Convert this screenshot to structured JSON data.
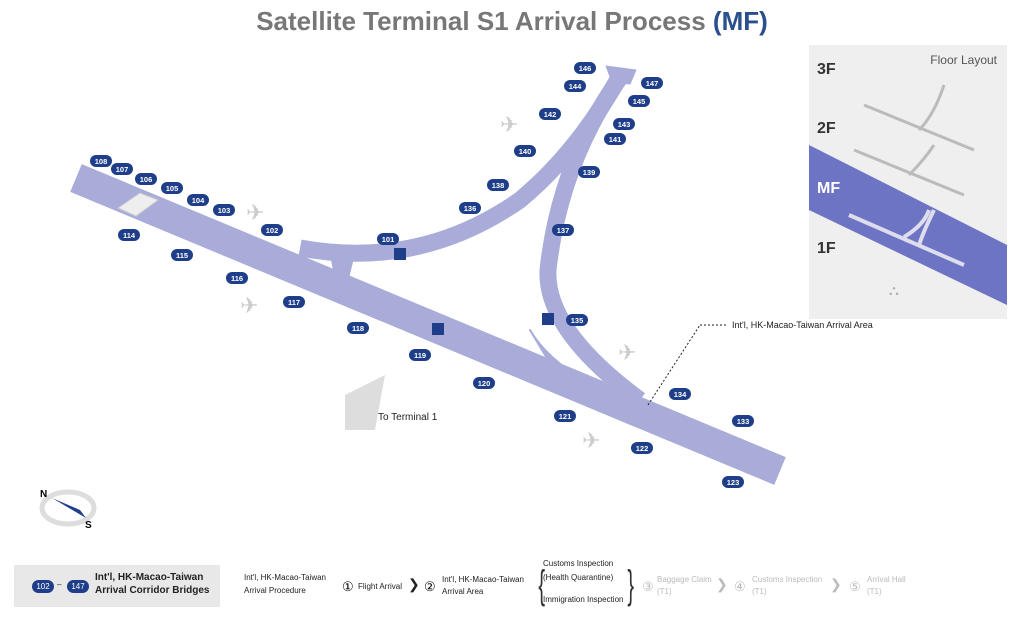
{
  "header": {
    "title": "Satellite Terminal S1 Arrival Process",
    "floor_code": "(MF)"
  },
  "gates": [
    "101",
    "102",
    "103",
    "104",
    "105",
    "106",
    "107",
    "108",
    "114",
    "115",
    "116",
    "117",
    "118",
    "119",
    "120",
    "121",
    "122",
    "123",
    "133",
    "134",
    "135",
    "136",
    "137",
    "138",
    "139",
    "140",
    "141",
    "142",
    "143",
    "144",
    "145",
    "146",
    "147"
  ],
  "annotations": {
    "arrival_area": "Int'l, HK-Macao-Taiwan Arrival Area",
    "to_t1": "To Terminal 1",
    "north": "N",
    "south": "S"
  },
  "floor_layout": {
    "title": "Floor Layout",
    "floors": [
      "3F",
      "2F",
      "MF",
      "1F"
    ],
    "active": "MF"
  },
  "legend": {
    "from": "102",
    "to": "147",
    "label_line1": "Int'l, HK-Macao-Taiwan",
    "label_line2": "Arrival Corridor Bridges"
  },
  "procedure": {
    "title_line1": "Int'l, HK-Macao-Taiwan",
    "title_line2": "Arrival Procedure",
    "step1_num": "①",
    "step1": "Flight Arrival",
    "step2_num": "②",
    "step2_line1": "Int'l, HK-Macao-Taiwan",
    "step2_line2": "Arrival Area",
    "check1_line1": "Customs Inspection",
    "check1_line2": "(Health Quarantine)",
    "check2": "Immigration Inspection",
    "step3_num": "③",
    "step3_line1": "Baggage Claim",
    "step3_line2": "(T1)",
    "step4_num": "④",
    "step4_line1": "Customs Inspection",
    "step4_line2": "(T1)",
    "step5_num": "⑤",
    "step5_line1": "Arrival Hall",
    "step5_line2": "(T1)"
  },
  "colors": {
    "terminal": "#a9acd8",
    "gate": "#1f3e8a",
    "active_floor": "#6e74c4"
  }
}
